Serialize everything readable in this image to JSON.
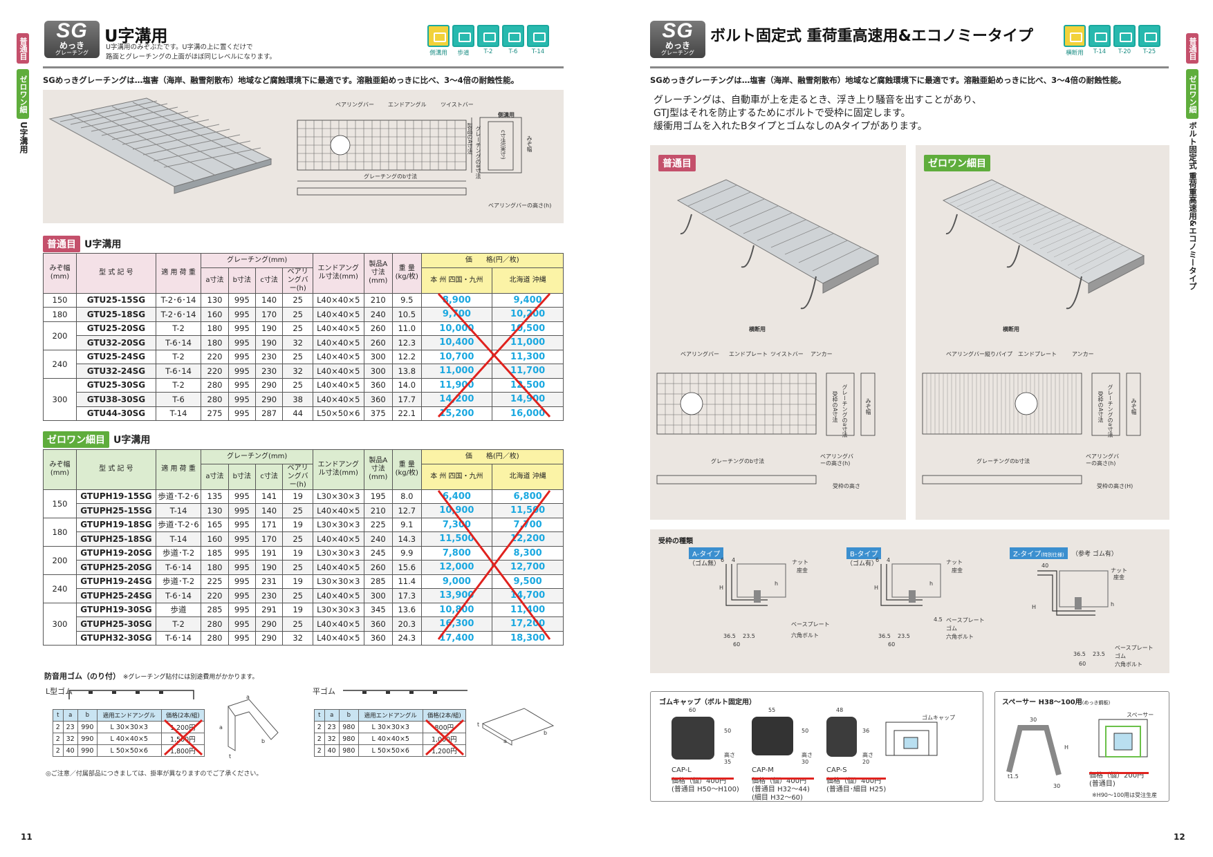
{
  "left": {
    "badge": {
      "big": "SG",
      "md": "めっき",
      "sm": "グレーチング"
    },
    "title": "U字溝用",
    "subtitle": [
      "U字溝用のみぞぶたです。U字溝の上に置くだけで",
      "路面とグレーチングの上面がほぼ同じレベルになります。"
    ],
    "icons": [
      {
        "label": "側溝用",
        "color": "#f2d23a"
      },
      {
        "label": "歩道",
        "color": "#28b9ae"
      },
      {
        "label": "T-2",
        "color": "#28b9ae"
      },
      {
        "label": "T-6",
        "color": "#28b9ae"
      },
      {
        "label": "T-14",
        "color": "#28b9ae"
      }
    ],
    "lead": "SGめっきグレーチングは…塩害（海岸、融雪剤散布）地域など腐蝕環境下に最適です。溶融亜鉛めっきに比べ、3〜4倍の耐蝕性能。",
    "side_tabs": [
      "普通目",
      "ゼロワン細目"
    ],
    "side_text": "U字溝用",
    "diagram_labels": {
      "bearing": "ベアリングバー",
      "end": "エンドアングル",
      "twist": "ツイストバー",
      "side": "側溝用",
      "b_size": "グレーチングのb寸法",
      "a_size": "製品のA寸法",
      "grating_a": "グレーチングのa寸法",
      "c_size": "c寸法(実寸)",
      "width": "みぞ幅",
      "bearing_h": "ベアリングバーの高さ(h)"
    },
    "table1": {
      "tag": "普通目",
      "title": "U字溝用",
      "headers": {
        "width": "みぞ幅(mm)",
        "model": "型 式 記 号",
        "load": "適 用 荷 重",
        "grating": "グレーチング(mm)",
        "a": "a寸法",
        "b": "b寸法",
        "c": "c寸法",
        "h": "ベアリングバー(h)",
        "end": "エンドアングル寸法(mm)",
        "A": "製品A寸法(mm)",
        "weight": "重 量(kg/枚)",
        "price": "価　　格(円／枚)",
        "p1": "本 州 四国・九州",
        "p2": "北海道 沖縄"
      },
      "groups": [
        {
          "width": "150",
          "rows": [
            [
              "GTU25-15SG",
              "T-2･6･14",
              "130",
              "995",
              "140",
              "25",
              "L40×40×5",
              "210",
              "9.5",
              "8,900",
              "9,400"
            ]
          ]
        },
        {
          "width": "180",
          "rows": [
            [
              "GTU25-18SG",
              "T-2･6･14",
              "160",
              "995",
              "170",
              "25",
              "L40×40×5",
              "240",
              "10.5",
              "9,700",
              "10,200"
            ]
          ]
        },
        {
          "width": "200",
          "rows": [
            [
              "GTU25-20SG",
              "T-2",
              "180",
              "995",
              "190",
              "25",
              "L40×40×5",
              "260",
              "11.0",
              "10,000",
              "10,500"
            ],
            [
              "GTU32-20SG",
              "T-6･14",
              "180",
              "995",
              "190",
              "32",
              "L40×40×5",
              "260",
              "12.3",
              "10,400",
              "11,000"
            ]
          ]
        },
        {
          "width": "240",
          "rows": [
            [
              "GTU25-24SG",
              "T-2",
              "220",
              "995",
              "230",
              "25",
              "L40×40×5",
              "300",
              "12.2",
              "10,700",
              "11,300"
            ],
            [
              "GTU32-24SG",
              "T-6･14",
              "220",
              "995",
              "230",
              "32",
              "L40×40×5",
              "300",
              "13.8",
              "11,000",
              "11,700"
            ]
          ]
        },
        {
          "width": "300",
          "rows": [
            [
              "GTU25-30SG",
              "T-2",
              "280",
              "995",
              "290",
              "25",
              "L40×40×5",
              "360",
              "14.0",
              "11,900",
              "12,500"
            ],
            [
              "GTU38-30SG",
              "T-6",
              "280",
              "995",
              "290",
              "38",
              "L40×40×5",
              "360",
              "17.7",
              "14,200",
              "14,900"
            ],
            [
              "GTU44-30SG",
              "T-14",
              "275",
              "995",
              "287",
              "44",
              "L50×50×6",
              "375",
              "22.1",
              "15,200",
              "16,000"
            ]
          ]
        }
      ]
    },
    "table2": {
      "tag": "ゼロワン細目",
      "title": "U字溝用",
      "groups": [
        {
          "width": "150",
          "rows": [
            [
              "GTUPH19-15SG",
              "歩道･T-2･6",
              "135",
              "995",
              "141",
              "19",
              "L30×30×3",
              "195",
              "8.0",
              "6,400",
              "6,800"
            ],
            [
              "GTUPH25-15SG",
              "T-14",
              "130",
              "995",
              "140",
              "25",
              "L40×40×5",
              "210",
              "12.7",
              "10,900",
              "11,500"
            ]
          ]
        },
        {
          "width": "180",
          "rows": [
            [
              "GTUPH19-18SG",
              "歩道･T-2･6",
              "165",
              "995",
              "171",
              "19",
              "L30×30×3",
              "225",
              "9.1",
              "7,300",
              "7,700"
            ],
            [
              "GTUPH25-18SG",
              "T-14",
              "160",
              "995",
              "170",
              "25",
              "L40×40×5",
              "240",
              "14.3",
              "11,500",
              "12,200"
            ]
          ]
        },
        {
          "width": "200",
          "rows": [
            [
              "GTUPH19-20SG",
              "歩道･T-2",
              "185",
              "995",
              "191",
              "19",
              "L30×30×3",
              "245",
              "9.9",
              "7,800",
              "8,300"
            ],
            [
              "GTUPH25-20SG",
              "T-6･14",
              "180",
              "995",
              "190",
              "25",
              "L40×40×5",
              "260",
              "15.6",
              "12,000",
              "12,700"
            ]
          ]
        },
        {
          "width": "240",
          "rows": [
            [
              "GTUPH19-24SG",
              "歩道･T-2",
              "225",
              "995",
              "231",
              "19",
              "L30×30×3",
              "285",
              "11.4",
              "9,000",
              "9,500"
            ],
            [
              "GTUPH25-24SG",
              "T-6･14",
              "220",
              "995",
              "230",
              "25",
              "L40×40×5",
              "300",
              "17.3",
              "13,900",
              "14,700"
            ]
          ]
        },
        {
          "width": "300",
          "rows": [
            [
              "GTUPH19-30SG",
              "歩道",
              "285",
              "995",
              "291",
              "19",
              "L30×30×3",
              "345",
              "13.6",
              "10,800",
              "11,400"
            ],
            [
              "GTUPH25-30SG",
              "T-2",
              "280",
              "995",
              "290",
              "25",
              "L40×40×5",
              "360",
              "20.3",
              "16,300",
              "17,200"
            ],
            [
              "GTUPH32-30SG",
              "T-6･14",
              "280",
              "995",
              "290",
              "32",
              "L40×40×5",
              "360",
              "24.3",
              "17,400",
              "18,300"
            ]
          ]
        }
      ]
    },
    "rubber": {
      "title": "防音用ゴム（のり付）",
      "title_note": "※グレーチング貼付には別途費用がかかります。",
      "l_label": "L型ゴム",
      "flat_label": "平ゴム",
      "headers": [
        "t",
        "a",
        "b",
        "適用エンドアングル",
        "価格(2本/組)"
      ],
      "l_rows": [
        [
          "2",
          "23",
          "990",
          "L 30×30×3",
          "1,200円"
        ],
        [
          "2",
          "32",
          "990",
          "L 40×40×5",
          "1,500円"
        ],
        [
          "2",
          "40",
          "990",
          "L 50×50×6",
          "1,800円"
        ]
      ],
      "flat_rows": [
        [
          "2",
          "23",
          "980",
          "L 30×30×3",
          "800円"
        ],
        [
          "2",
          "32",
          "980",
          "L 40×40×5",
          "1,000円"
        ],
        [
          "2",
          "40",
          "980",
          "L 50×50×6",
          "1,200円"
        ]
      ],
      "dim": {
        "a": "a",
        "b": "b",
        "t": "t"
      },
      "note": "◎ご注意／付属部品につきましては、掛率が異なりますのでご了承ください。"
    },
    "page_number": "11"
  },
  "right": {
    "badge": {
      "big": "SG",
      "md": "めっき",
      "sm": "グレーチング"
    },
    "title": "ボルト固定式 重荷重高速用&エコノミータイプ",
    "icons": [
      {
        "label": "横断用",
        "color": "#f2d23a"
      },
      {
        "label": "T-14",
        "color": "#28b9ae"
      },
      {
        "label": "T-20",
        "color": "#28b9ae"
      },
      {
        "label": "T-25",
        "color": "#28b9ae"
      }
    ],
    "lead": "SGめっきグレーチングは…塩害（海岸、融雪剤散布）地域など腐蝕環境下に最適です。溶融亜鉛めっきに比べ、3〜4倍の耐蝕性能。",
    "intro": [
      "グレーチングは、自動車が上を走るとき、浮き上り騒音を出すことがあり、",
      "GTJ型はそれを防止するためにボルトで受枠に固定します。",
      "緩衝用ゴムを入れたBタイプとゴムなしのAタイプがあります。"
    ],
    "side_tabs": [
      "普通目",
      "ゼロワン細目"
    ],
    "side_text": "ボルト固定式 重荷重高速用&エコノミータイプ",
    "panel1": {
      "tag": "普通目",
      "crossing": "横断用",
      "labels": [
        "ベアリングバー",
        "エンドプレート",
        "ツイストバー",
        "アンカー"
      ],
      "b_size": "グレーチングのb寸法",
      "bearing_h": "ベアリングバーの高さ(h)",
      "frame_h": "受枠の高さ",
      "frame_a": "受枠のA寸法",
      "grating_a": "グレーチングのa寸法",
      "width": "みぞ幅"
    },
    "panel2": {
      "tag": "ゼロワン細目",
      "crossing": "横断用",
      "labels": [
        "ベアリングバー",
        "縦りパイプ",
        "エンドプレート",
        "アンカー"
      ],
      "b_size": "グレーチングのb寸法",
      "bearing_h": "ベアリングバーの高さ(h)",
      "frame_h": "受枠の高さ(H)",
      "frame_a": "受枠のA寸法",
      "grating_a": "グレーチングのa寸法",
      "width": "みぞ幅"
    },
    "frames": {
      "title": "受枠の種類",
      "types": [
        {
          "name": "A-タイプ",
          "sub": "（ゴム無）"
        },
        {
          "name": "B-タイプ",
          "sub": "（ゴム有）"
        },
        {
          "name": "Z-タイプ",
          "sub_tag": "(特別仕様)",
          "sub": "（参考 ゴム有）"
        }
      ],
      "labels": {
        "nut": "ナット",
        "washer": "座金",
        "base": "ベースプレート",
        "rubber": "ゴム",
        "bolt": "六角ボルト",
        "H": "H",
        "h": "h"
      },
      "dims": [
        "6",
        "4",
        "36.5",
        "23.5",
        "60",
        "40",
        "4.5"
      ]
    },
    "caps": {
      "title": "ゴムキャップ（ボルト固定用）",
      "label": "ゴムキャップ",
      "items": [
        {
          "name": "CAP-L",
          "price": "価格（個）400円",
          "use": [
            "(普通目 H50〜H100)"
          ],
          "w": "60",
          "h": "50",
          "hh": "高さ 35"
        },
        {
          "name": "CAP-M",
          "price": "価格（個）400円",
          "use": [
            "(普通目 H32〜44)",
            "(細目 H32〜60)"
          ],
          "w": "55",
          "h": "50",
          "hh": "高さ 30"
        },
        {
          "name": "CAP-S",
          "price": "価格（個）400円",
          "use": [
            "(普通目･細目 H25)"
          ],
          "w": "48",
          "h": "36",
          "hh": "高さ 20"
        }
      ]
    },
    "spacer": {
      "title": "スペーサー H38〜100用",
      "title_note": "(めっき鋼板)",
      "label": "スペーサー",
      "dims": {
        "w": "30",
        "H": "H",
        "t": "t1.5",
        "d": "30"
      },
      "price": "価格（個）200円",
      "use": "(普通目)",
      "note": "※H90〜100用は受注生産"
    },
    "page_number": "12"
  }
}
